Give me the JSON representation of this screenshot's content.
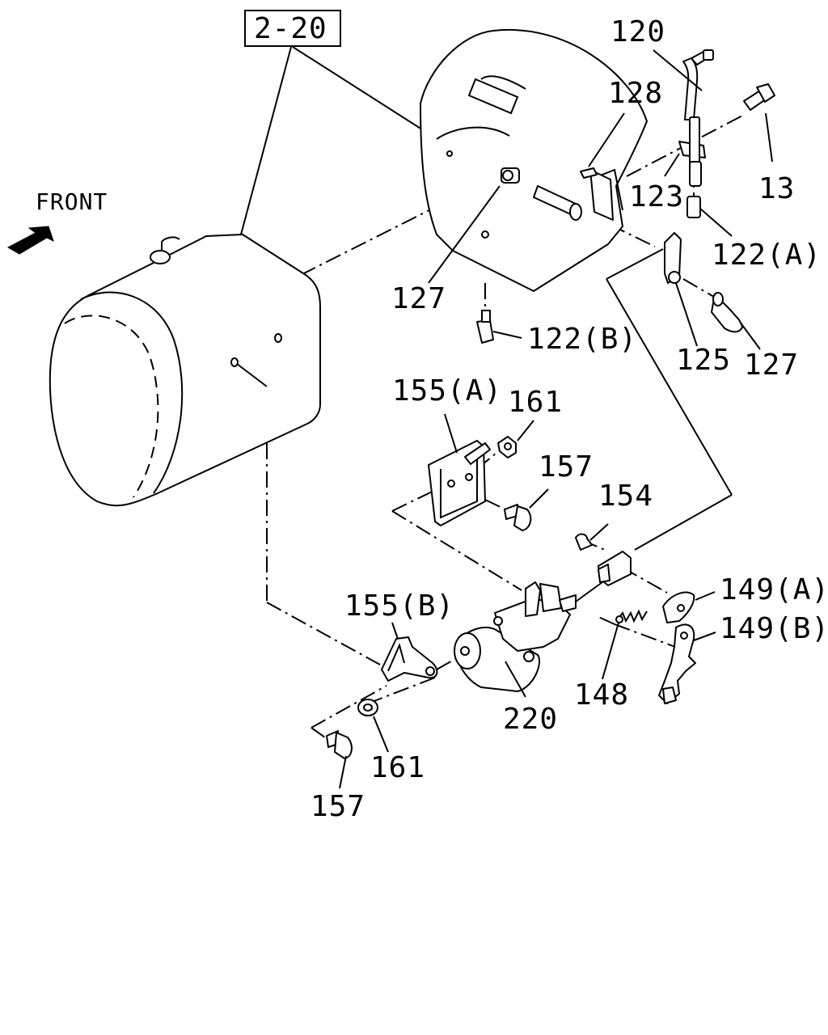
{
  "reference_box": "2-20",
  "front_label": "FRONT",
  "callouts": {
    "c120": "120",
    "c128": "128",
    "c13": "13",
    "c123": "123",
    "c122a": "122(A)",
    "c127_top": "127",
    "c122b": "122(B)",
    "c125": "125",
    "c127_right": "127",
    "c155a": "155(A)",
    "c161_top": "161",
    "c157_top": "157",
    "c154": "154",
    "c149a": "149(A)",
    "c155b": "155(B)",
    "c149b": "149(B)",
    "c148": "148",
    "c220": "220",
    "c161_bottom": "161",
    "c157_bottom": "157"
  }
}
